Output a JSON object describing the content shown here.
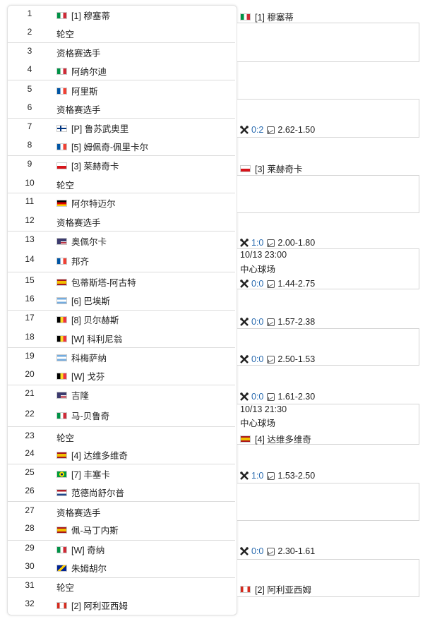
{
  "colors": {
    "score": "#2b6cb0",
    "border": "#dcdcdc"
  },
  "players": [
    {
      "num": "1",
      "flag": "ita",
      "label": "[1] 穆塞蒂"
    },
    {
      "num": "2",
      "flag": "",
      "label": "轮空"
    },
    {
      "num": "3",
      "flag": "",
      "label": "资格赛选手"
    },
    {
      "num": "4",
      "flag": "ita",
      "label": "阿纳尔迪"
    },
    {
      "num": "5",
      "flag": "fra",
      "label": "阿里斯"
    },
    {
      "num": "6",
      "flag": "",
      "label": "资格赛选手"
    },
    {
      "num": "7",
      "flag": "fin",
      "label": "[P] 鲁苏武奥里"
    },
    {
      "num": "8",
      "flag": "fra",
      "label": "[5] 姆佩奇-佩里卡尔"
    },
    {
      "num": "9",
      "flag": "cze",
      "label": "[3] 莱赫奇卡"
    },
    {
      "num": "10",
      "flag": "",
      "label": "轮空"
    },
    {
      "num": "11",
      "flag": "ger",
      "label": "阿尔特迈尔"
    },
    {
      "num": "12",
      "flag": "",
      "label": "资格赛选手"
    },
    {
      "num": "13",
      "flag": "usa",
      "label": "奥佩尔卡"
    },
    {
      "num": "14",
      "flag": "fra",
      "label": "邦齐"
    },
    {
      "num": "15",
      "flag": "esp",
      "label": "包蒂斯塔-阿古特"
    },
    {
      "num": "16",
      "flag": "arg",
      "label": "[6] 巴埃斯"
    },
    {
      "num": "17",
      "flag": "bel",
      "label": "[8] 贝尔赫斯"
    },
    {
      "num": "18",
      "flag": "bel",
      "label": "[W] 科利尼翁"
    },
    {
      "num": "19",
      "flag": "arg",
      "label": "科梅萨纳"
    },
    {
      "num": "20",
      "flag": "bel",
      "label": "[W] 戈芬"
    },
    {
      "num": "21",
      "flag": "usa",
      "label": "吉隆"
    },
    {
      "num": "22",
      "flag": "ita",
      "label": "马-贝鲁奇"
    },
    {
      "num": "23",
      "flag": "",
      "label": "轮空"
    },
    {
      "num": "24",
      "flag": "esp",
      "label": "[4] 达维多维奇"
    },
    {
      "num": "25",
      "flag": "bra",
      "label": "[7] 丰塞卡"
    },
    {
      "num": "26",
      "flag": "ned",
      "label": "范德尚舒尔普"
    },
    {
      "num": "27",
      "flag": "",
      "label": "资格赛选手"
    },
    {
      "num": "28",
      "flag": "esp",
      "label": "佩-马丁内斯"
    },
    {
      "num": "29",
      "flag": "ita",
      "label": "[W] 奇纳"
    },
    {
      "num": "30",
      "flag": "bih",
      "label": "朱姆胡尔"
    },
    {
      "num": "31",
      "flag": "",
      "label": "轮空"
    },
    {
      "num": "32",
      "flag": "can",
      "label": "[2] 阿利亚西姆"
    }
  ],
  "round2": [
    {
      "kind": "player",
      "flag": "ita",
      "label": "[1] 穆塞蒂"
    },
    {
      "kind": "empty"
    },
    {
      "kind": "empty"
    },
    {
      "kind": "odds",
      "score": "0:2",
      "odds": "2.62-1.50"
    },
    {
      "kind": "player",
      "flag": "cze",
      "label": "[3] 莱赫奇卡"
    },
    {
      "kind": "empty"
    },
    {
      "kind": "odds",
      "score": "1:0",
      "odds": "2.00-1.80"
    },
    {
      "kind": "scheduled",
      "time": "10/13 23:00",
      "venue": "中心球场",
      "score": "0:0",
      "odds": "1.44-2.75"
    },
    {
      "kind": "odds",
      "score": "0:0",
      "odds": "1.57-2.38"
    },
    {
      "kind": "odds",
      "score": "0:0",
      "odds": "2.50-1.53"
    },
    {
      "kind": "odds",
      "score": "0:0",
      "odds": "1.61-2.30"
    },
    {
      "kind": "scheduled_player",
      "time": "10/13 21:30",
      "venue": "中心球场",
      "flag": "esp",
      "label": "[4] 达维多维奇"
    },
    {
      "kind": "odds",
      "score": "1:0",
      "odds": "1.53-2.50"
    },
    {
      "kind": "empty"
    },
    {
      "kind": "odds",
      "score": "0:0",
      "odds": "2.30-1.61"
    },
    {
      "kind": "player",
      "flag": "can",
      "label": "[2] 阿利亚西姆"
    }
  ]
}
